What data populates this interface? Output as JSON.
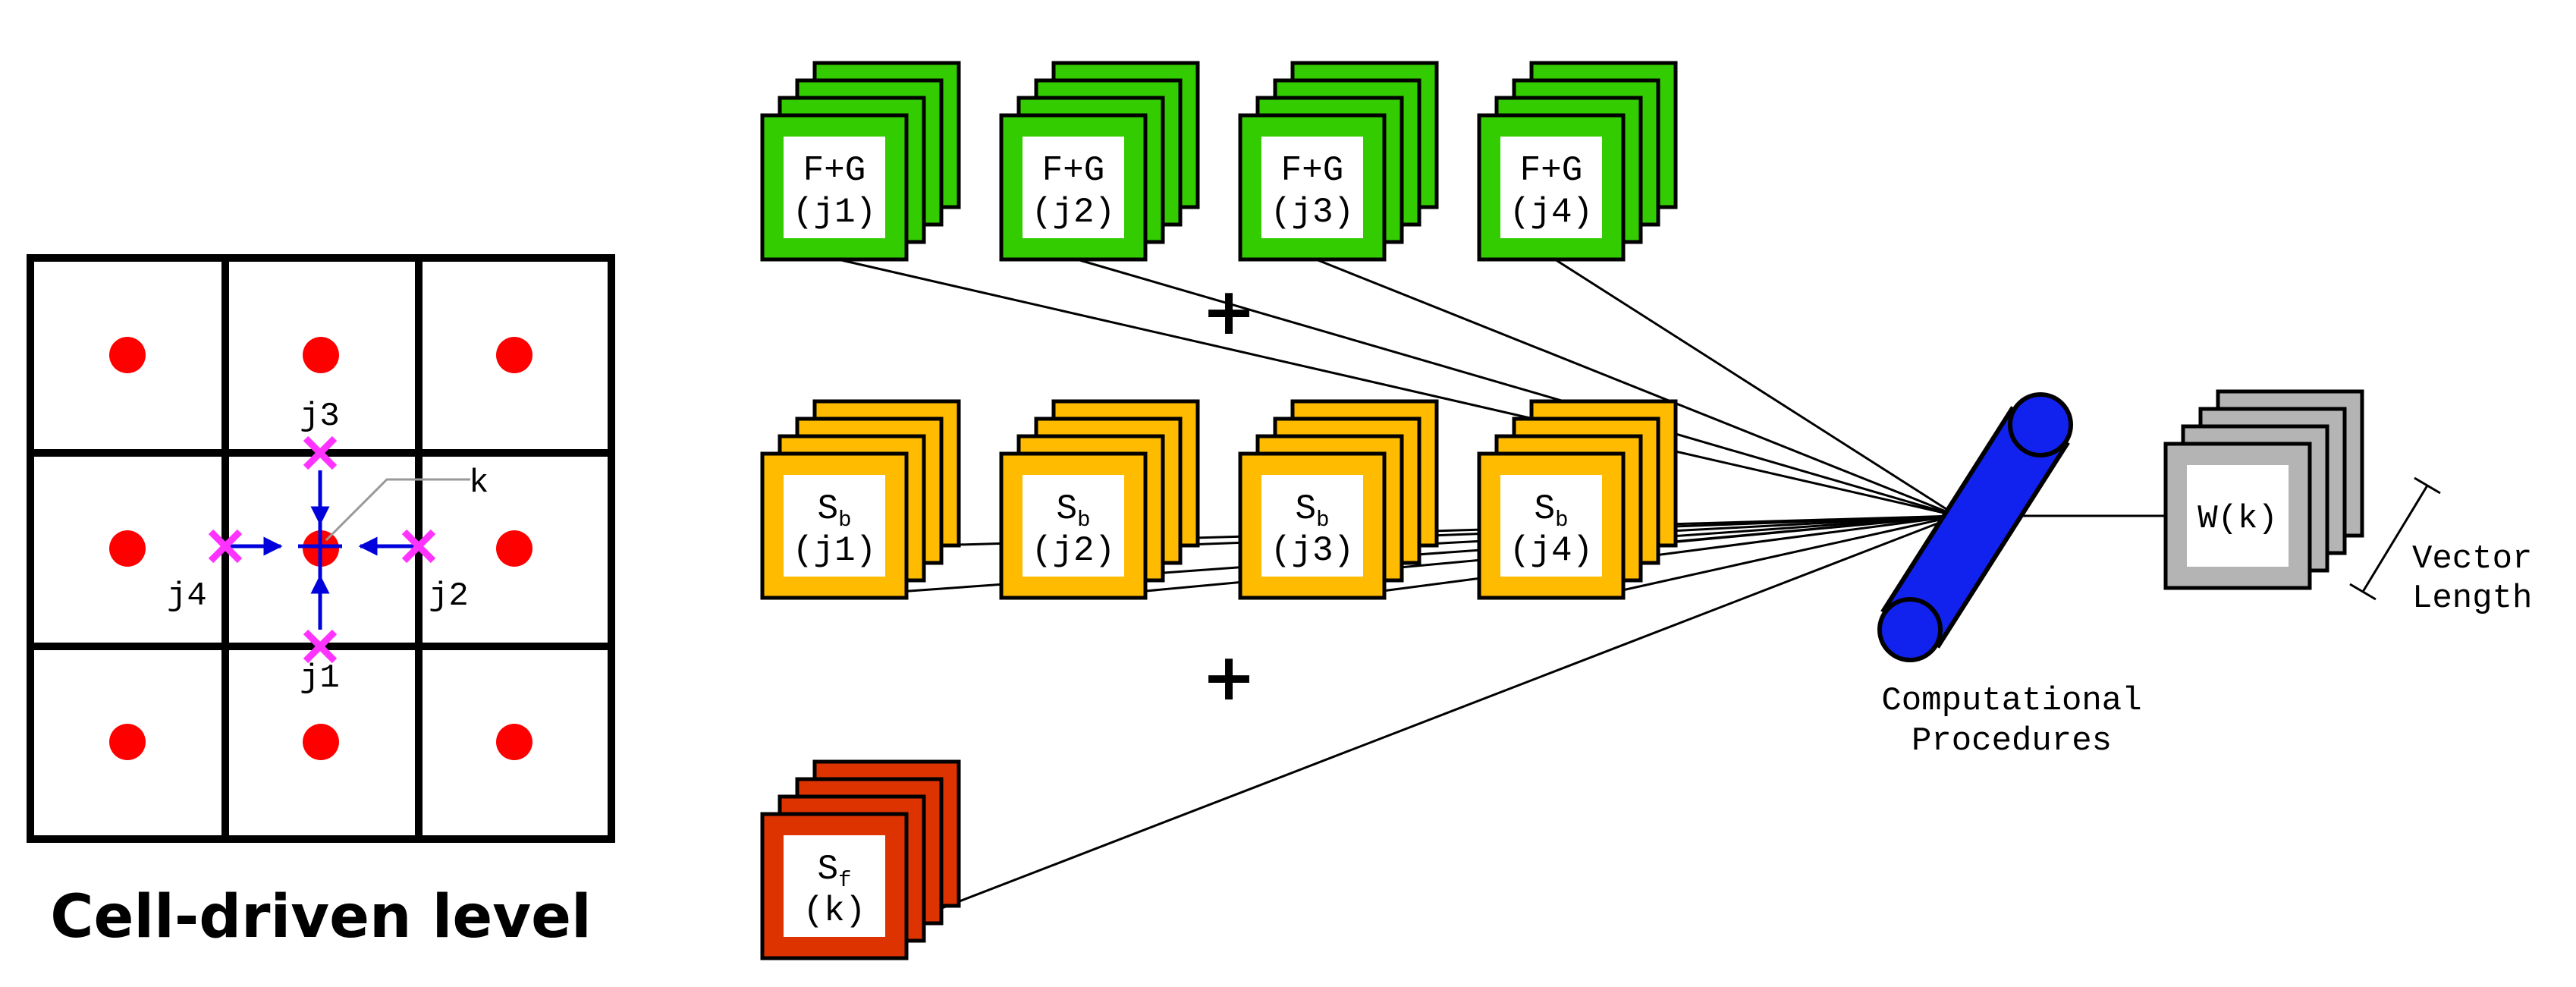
{
  "colors": {
    "flux": "#33cc00",
    "boundary_source": "#ffbb00",
    "face_source": "#dd3300",
    "result": "#b4b4b4",
    "procedure": "#0011ee",
    "cell_center": "#ff0000",
    "face_point": "#ff33ff",
    "arrow": "#0000dd"
  },
  "grid": {
    "caption": "Cell-driven level",
    "labels": {
      "k": "k",
      "j1": "j1",
      "j2": "j2",
      "j3": "j3",
      "j4": "j4"
    }
  },
  "flux_stacks": [
    {
      "name": "F+G",
      "index": "(j1)"
    },
    {
      "name": "F+G",
      "index": "(j2)"
    },
    {
      "name": "F+G",
      "index": "(j3)"
    },
    {
      "name": "F+G",
      "index": "(j4)"
    }
  ],
  "boundary_stacks": [
    {
      "base": "S",
      "sub": "b",
      "index": "(j1)"
    },
    {
      "base": "S",
      "sub": "b",
      "index": "(j2)"
    },
    {
      "base": "S",
      "sub": "b",
      "index": "(j3)"
    },
    {
      "base": "S",
      "sub": "b",
      "index": "(j4)"
    }
  ],
  "face_stack": {
    "base": "S",
    "sub": "f",
    "index": "(k)"
  },
  "plus_signs": [
    "+",
    "+"
  ],
  "procedure": {
    "label_line1": "Computational",
    "label_line2": "Procedures"
  },
  "result": {
    "label": "W(k)"
  },
  "vector_length": {
    "line1": "Vector",
    "line2": "Length"
  }
}
